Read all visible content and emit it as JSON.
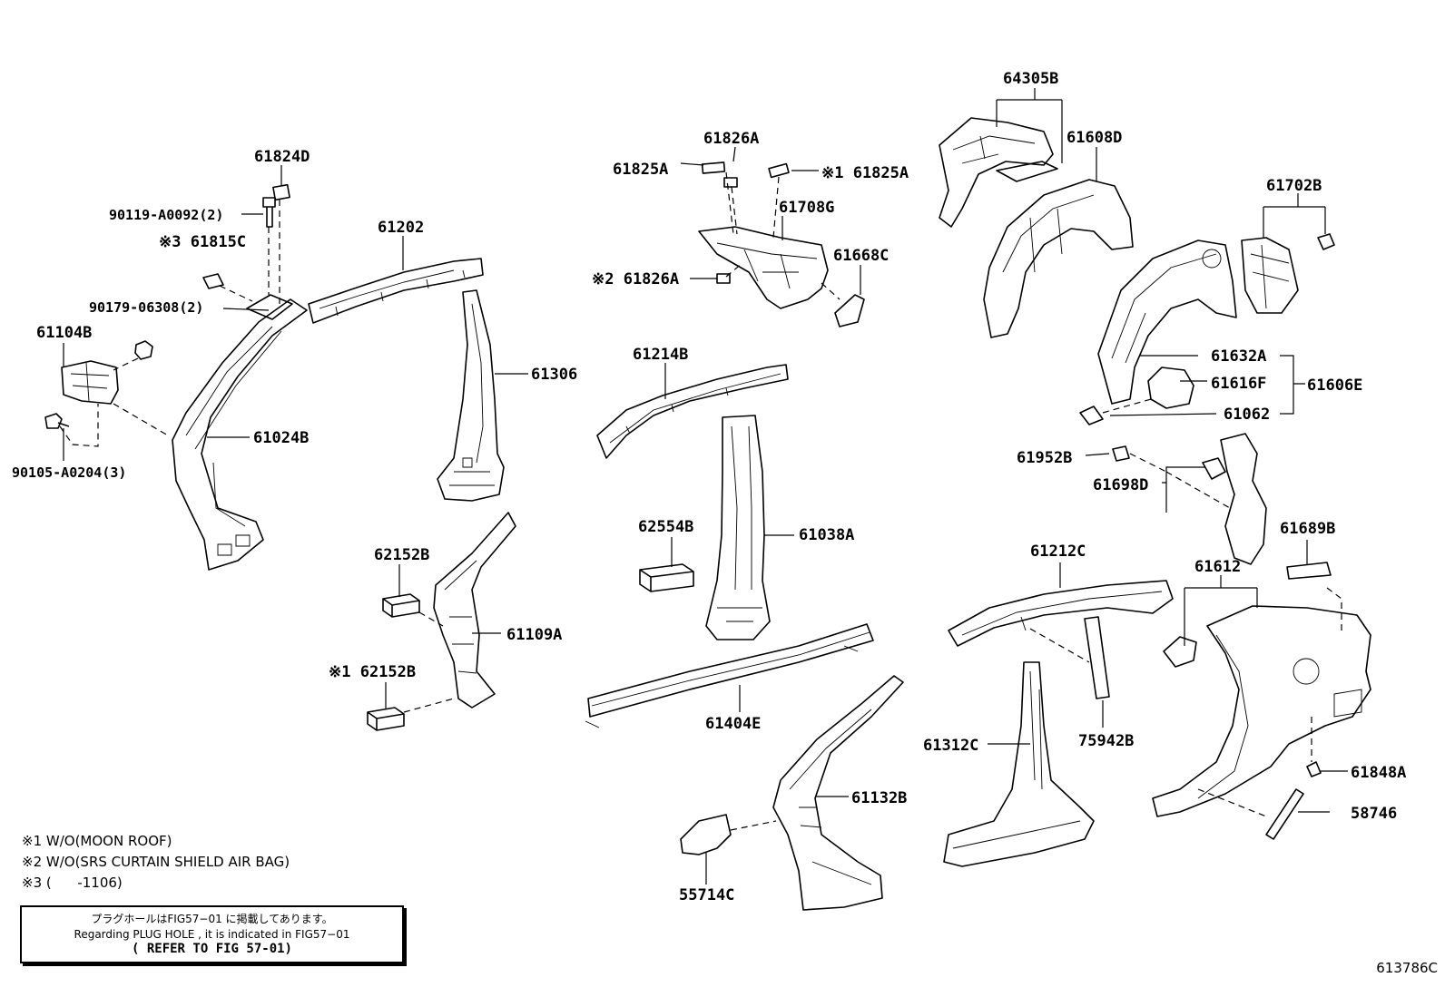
{
  "labels": {
    "p64305B": "64305B",
    "p61608D": "61608D",
    "p61702B": "61702B",
    "p61826A": "61826A",
    "p61825A": "61825A",
    "p61825A_m1": "※1 61825A",
    "p61708G": "61708G",
    "p61668C": "61668C",
    "p61826A_m2": "※2 61826A",
    "p61824D": "61824D",
    "p90119": "90119-A0092(2)",
    "p61815C_m3": "※3 61815C",
    "p61202": "61202",
    "p90179": "90179-06308(2)",
    "p61104B": "61104B",
    "p61306": "61306",
    "p61024B": "61024B",
    "p90105": "90105-A0204(3)",
    "p61214B": "61214B",
    "p61632A": "61632A",
    "p61616F": "61616F",
    "p61606E": "61606E",
    "p61062": "61062",
    "p61952B": "61952B",
    "p61698D": "61698D",
    "p62554B": "62554B",
    "p61038A": "61038A",
    "p61689B": "61689B",
    "p62152B": "62152B",
    "p61109A": "61109A",
    "p61212C": "61212C",
    "p61612": "61612",
    "p62152B_m1": "※1 62152B",
    "p61404E": "61404E",
    "p61312C": "61312C",
    "p75942B": "75942B",
    "p61848A": "61848A",
    "p61132B": "61132B",
    "p58746": "58746",
    "p55714C": "55714C"
  },
  "notes": {
    "n1": "※1 W/O(MOON ROOF)",
    "n2": "※2 W/O(SRS CURTAIN SHIELD AIR BAG)",
    "n3": "※3 (      -1106)"
  },
  "reference": {
    "line1": "プラグホールはFIG57−01 に掲載してあります。",
    "line2": "Regarding  PLUG HOLE , it is indicated in FIG57−01",
    "line3": "( REFER TO FIG 57-01)"
  },
  "figure_id": "613786C"
}
